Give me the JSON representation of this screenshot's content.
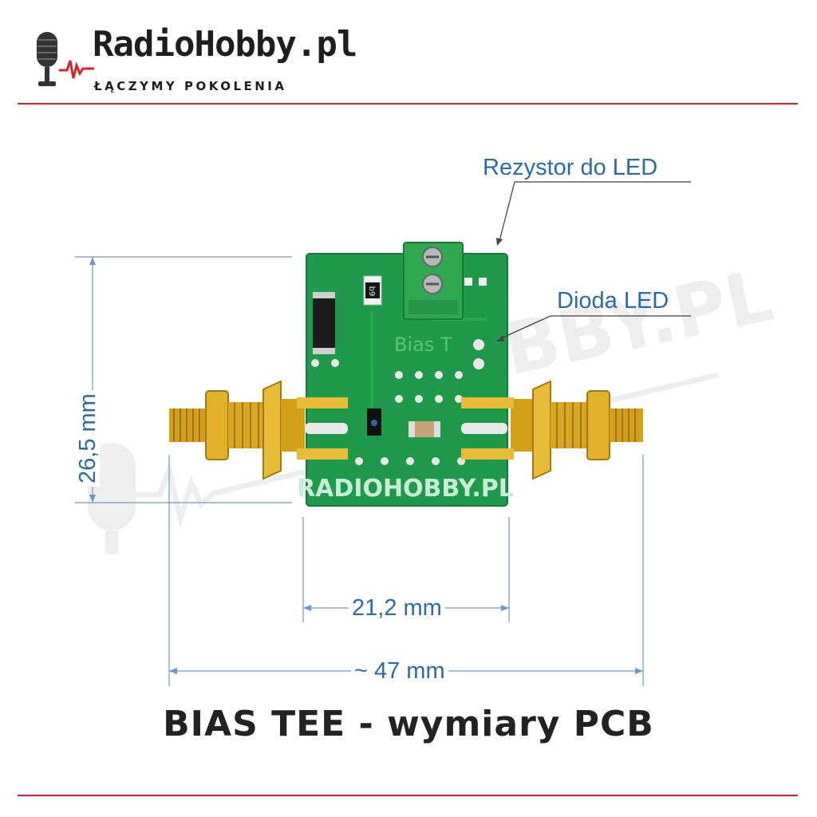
{
  "brand": {
    "name": "RadioHobby.pl",
    "tagline": "ŁĄCZYMY POKOLENIA"
  },
  "callouts": {
    "resistor": "Rezystor do LED",
    "led": "Dioda LED"
  },
  "dimensions": {
    "height": "26,5 mm",
    "board_width": "21,2 mm",
    "total_width": "~ 47 mm"
  },
  "board": {
    "silkscreen": "RADIOHOBBY.PL",
    "bias_label": "Bias T",
    "component_marking": "b9"
  },
  "caption": "BIAS TEE - wymiary PCB",
  "colors": {
    "accent_red": "#d6242c",
    "dimension_blue": "#2a6aa8",
    "pcb_green": "#1f9a4a",
    "terminal_green": "#2fa84f",
    "gold": "#d4a017"
  }
}
